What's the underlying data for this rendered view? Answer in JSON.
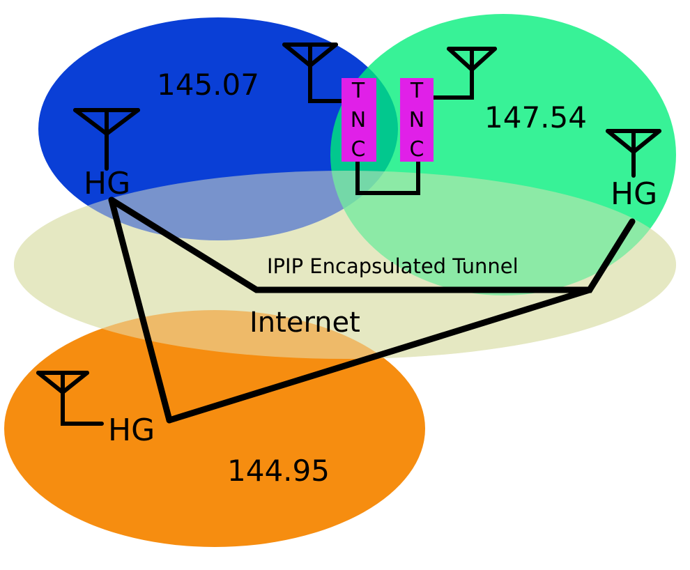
{
  "colors": {
    "net_145": "#0a3fd6",
    "net_147": "#00ee7a",
    "net_144": "#f68d10",
    "internet": "#e5e8c2",
    "tnc": "#e020e8",
    "line": "#000000"
  },
  "networks": {
    "net_145": {
      "label": "145.07"
    },
    "net_147": {
      "label": "147.54"
    },
    "net_144": {
      "label": "144.95"
    },
    "internet": {
      "label": "Internet"
    }
  },
  "tunnel": {
    "label": "IPIP Encapsulated Tunnel"
  },
  "gateways": {
    "gw_145": {
      "label": "HG"
    },
    "gw_147": {
      "label": "HG"
    },
    "gw_144": {
      "label": "HG"
    }
  },
  "tncs": {
    "left": {
      "letters": [
        "T",
        "N",
        "C"
      ]
    },
    "right": {
      "letters": [
        "T",
        "N",
        "C"
      ]
    }
  },
  "icons": {
    "antenna": "antenna-icon"
  }
}
